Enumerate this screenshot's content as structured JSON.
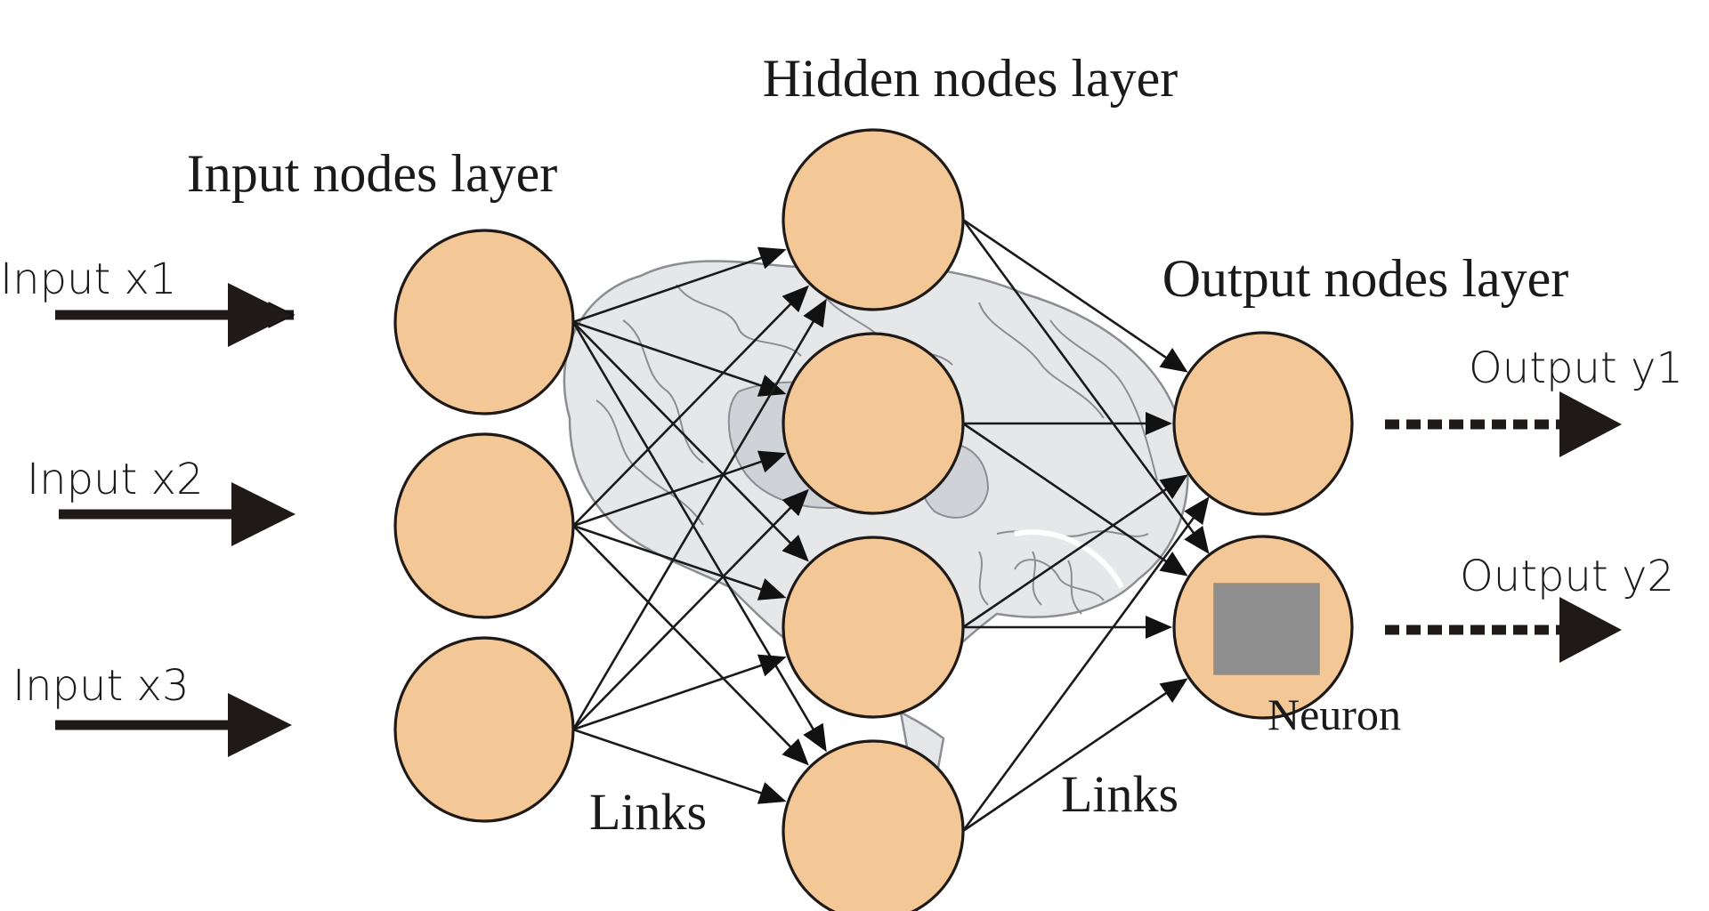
{
  "titles": {
    "input_layer": "Input nodes layer",
    "hidden_layer": "Hidden nodes layer",
    "output_layer": "Output nodes layer"
  },
  "inputs": [
    {
      "label": "Input x1"
    },
    {
      "label": "Input x2"
    },
    {
      "label": "Input x3"
    }
  ],
  "outputs": [
    {
      "label": "Output y1"
    },
    {
      "label": "Output y2"
    }
  ],
  "annotations": {
    "links_left": "Links",
    "links_right": "Links",
    "neuron": "Neuron"
  },
  "network": {
    "input_count": 3,
    "hidden_count": 4,
    "output_count": 2,
    "connectivity": "fully-connected"
  },
  "colors": {
    "node_fill": "#f3c796",
    "node_stroke": "#1f1a17",
    "neuron_square": "#8e8e8e",
    "brain": "#e6e7e9",
    "arrow": "#1a1a1a"
  }
}
